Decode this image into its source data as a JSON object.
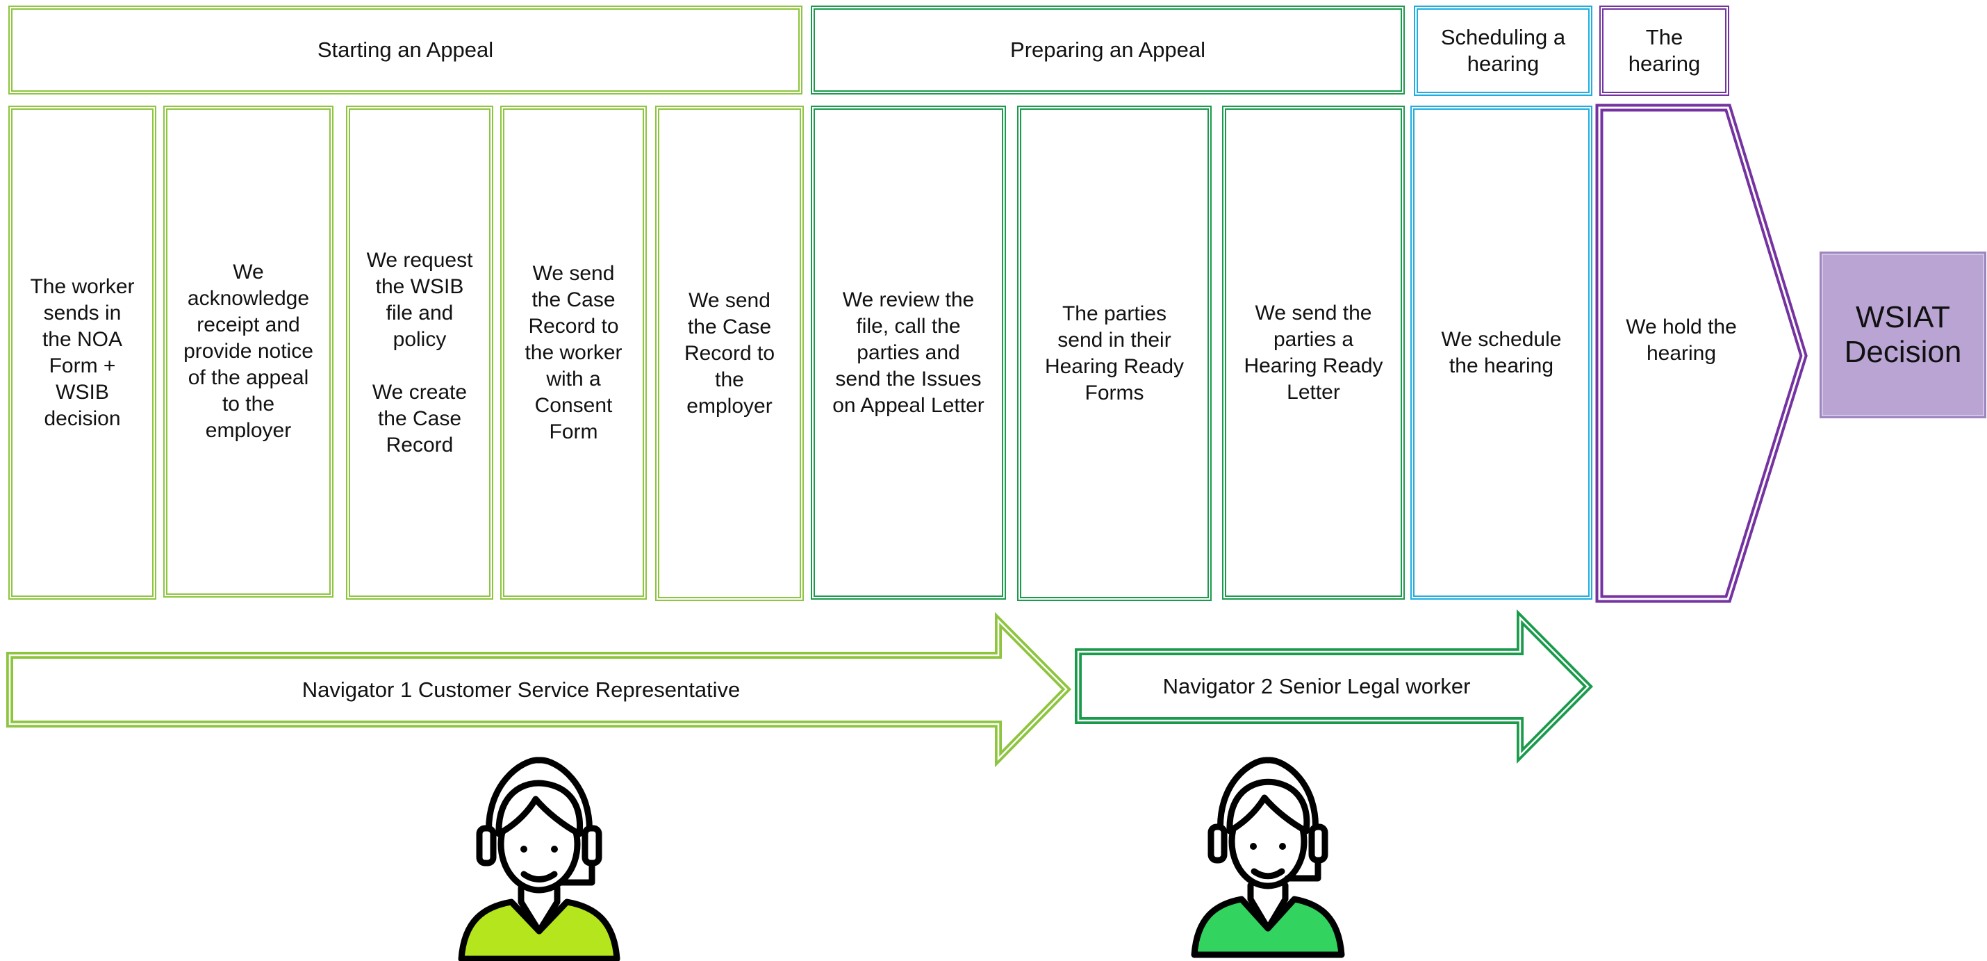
{
  "phases": [
    {
      "label": "Starting an Appeal",
      "color": "#8dc53e"
    },
    {
      "label": "Preparing an Appeal",
      "color": "#1a9b4b"
    },
    {
      "label": "Scheduling a\nhearing",
      "color": "#1eaee0"
    },
    {
      "label": "The\nhearing",
      "color": "#7433a1"
    }
  ],
  "steps": [
    "The worker\nsends in\nthe NOA\nForm +\nWSIB\ndecision",
    "We\nacknowledge\nreceipt and\nprovide notice\nof the appeal\nto the\nemployer",
    "We request\nthe WSIB\nfile and\npolicy\n\nWe create\nthe Case\nRecord",
    "We send\nthe Case\nRecord to\nthe worker\nwith a\nConsent\nForm",
    "We send\nthe Case\nRecord to\nthe\nemployer",
    "We review the\nfile, call the\nparties and\nsend the Issues\non Appeal Letter",
    "The parties\nsend in their\nHearing Ready\nForms",
    "We send the\nparties a\nHearing Ready\nLetter",
    "We schedule\nthe hearing",
    "We hold the\nhearing"
  ],
  "outcome": "WSIAT\nDecision",
  "navigators": [
    {
      "label": "Navigator 1 Customer Service Representative",
      "icon": "customer-service-agent-icon",
      "color": "#b5e51d"
    },
    {
      "label": "Navigator 2 Senior Legal worker",
      "icon": "customer-service-agent-icon",
      "color": "#33d35f"
    }
  ]
}
